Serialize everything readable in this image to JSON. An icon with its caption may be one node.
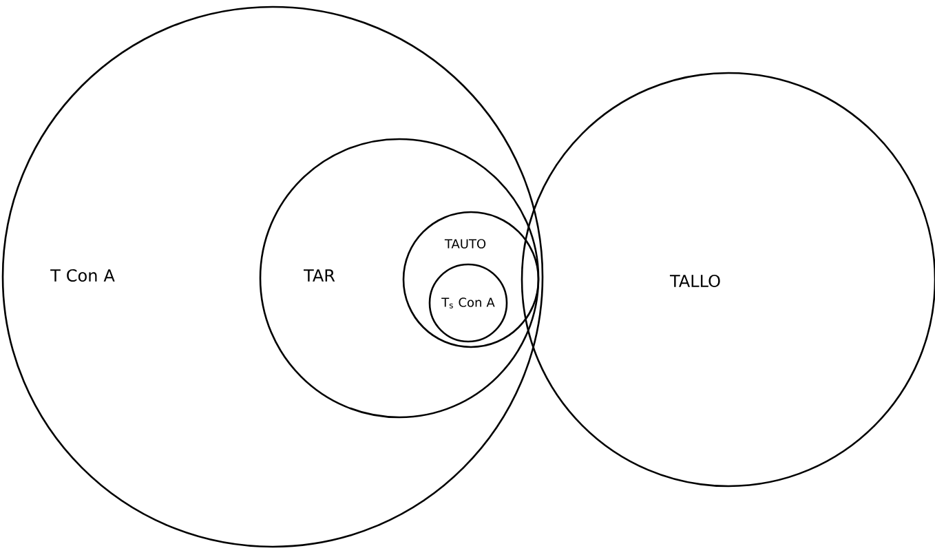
{
  "diagram": {
    "nodes": [
      {
        "text": [
          "T Con A"
        ]
      },
      {
        "text": [
          "TAR"
        ],
        "in": 0
      },
      {
        "text": [
          "TAUTO"
        ],
        "in": 1
      },
      {
        "text": [
          "T$_{s}$ Con A"
        ],
        "in": 2
      },
      {
        "text": [
          "TALLO"
        ]
      }
    ]
  }
}
